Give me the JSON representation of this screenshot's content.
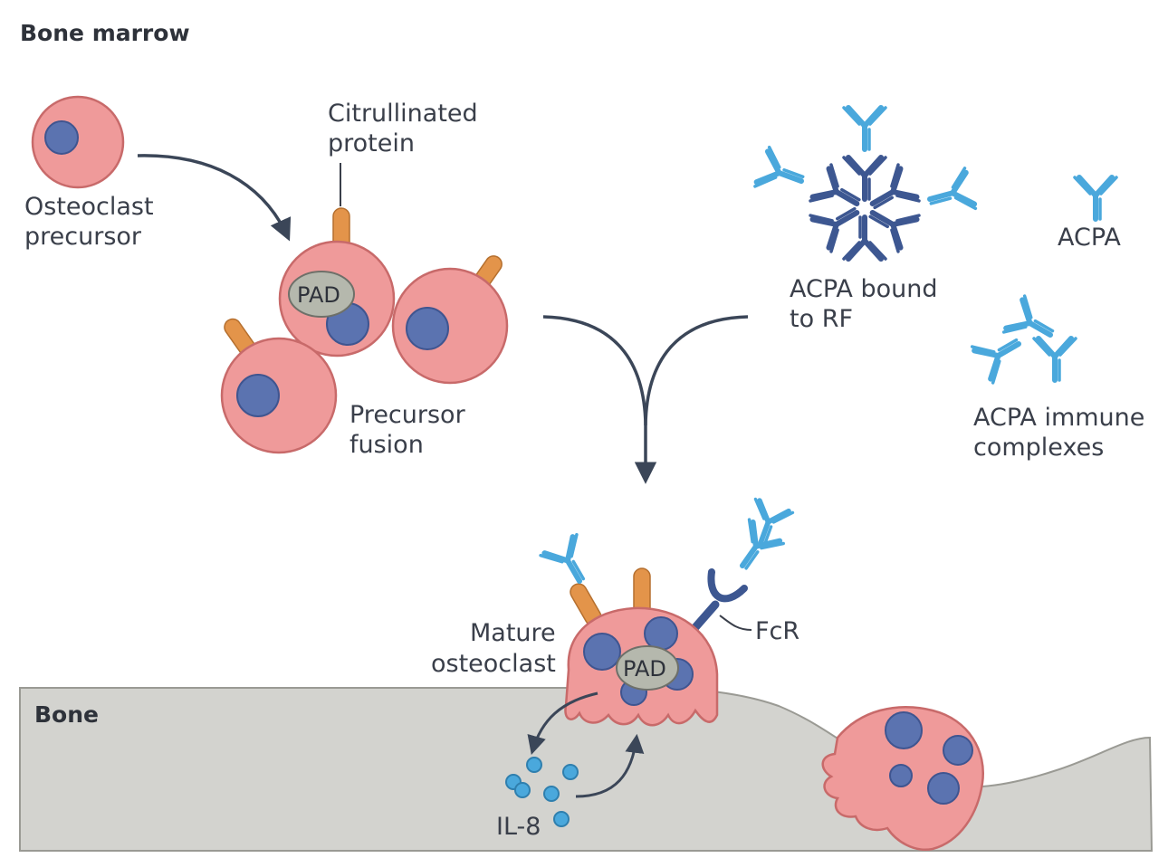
{
  "regions": {
    "bone_marrow": "Bone marrow",
    "bone": "Bone"
  },
  "labels": {
    "osteoclast_precursor": [
      "Osteoclast",
      "precursor"
    ],
    "citrullinated_protein": [
      "Citrullinated",
      "protein"
    ],
    "pad_enzyme": "PAD",
    "precursor_fusion": [
      "Precursor",
      "fusion"
    ],
    "acpa_bound_rf": [
      "ACPA bound",
      "to RF"
    ],
    "acpa": "ACPA",
    "acpa_immune_complexes": [
      "ACPA immune",
      "complexes"
    ],
    "mature_osteoclast": [
      "Mature",
      "osteoclast"
    ],
    "pad_mature": "PAD",
    "fcr": "FcR",
    "il8": "IL-8"
  },
  "colors": {
    "cell_fill": "#ef9a9a",
    "cell_stroke": "#c86a6a",
    "nucleus_fill": "#5b73b0",
    "nucleus_stroke": "#3f5590",
    "protein": "#e3944a",
    "pad_fill": "#b5b8ad",
    "acpa_light": "#4aa8dc",
    "acpa_dark": "#3d5791",
    "bone_fill": "#d3d3cf",
    "arrow": "#3b4658",
    "il8_dot": "#4aa8dc"
  }
}
